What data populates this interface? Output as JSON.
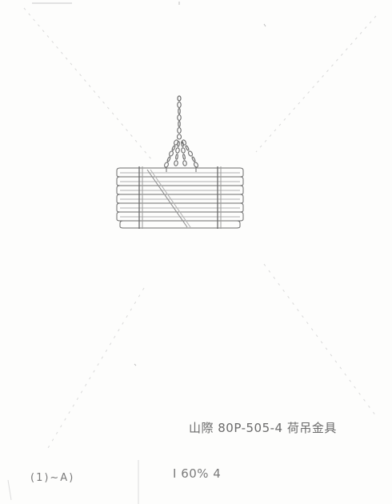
{
  "drawing": {
    "caption": "山際 80P-505-4 荷吊金具",
    "left_label": "(1)~A)",
    "right_label": "I 60% 4",
    "ink_color": "#6a6a6a",
    "paper_color": "#fdfdfc"
  }
}
